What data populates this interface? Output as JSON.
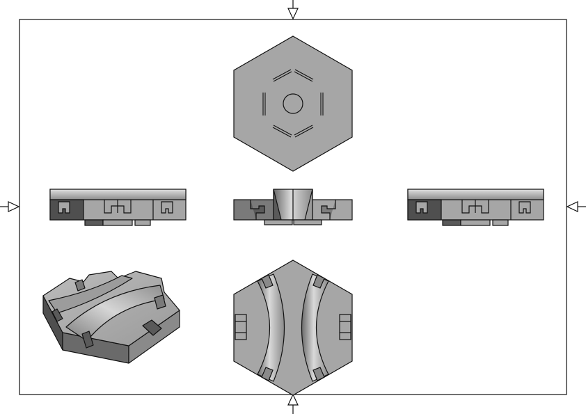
{
  "drawing": {
    "views": [
      {
        "id": "top",
        "kind": "top-view"
      },
      {
        "id": "front",
        "kind": "front-view"
      },
      {
        "id": "left",
        "kind": "left-side-view"
      },
      {
        "id": "right",
        "kind": "right-side-view"
      },
      {
        "id": "bottom",
        "kind": "bottom-view"
      },
      {
        "id": "iso",
        "kind": "isometric-view"
      }
    ],
    "centering_marks": [
      "top",
      "bottom",
      "left",
      "right"
    ]
  },
  "colors": {
    "face": "#a6a6a6",
    "face_light": "#bdbdbd",
    "face_dark": "#4f4f4f",
    "face_mid": "#7a7a7a",
    "line": "#111111",
    "background": "#ffffff"
  }
}
